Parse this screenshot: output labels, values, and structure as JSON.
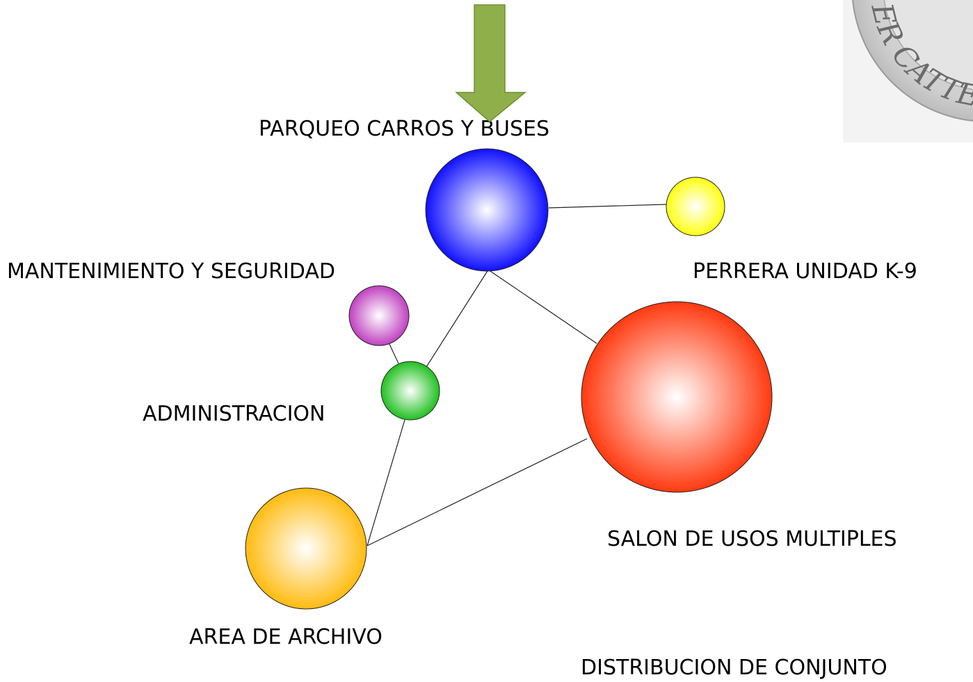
{
  "diagram": {
    "title": "DISTRIBUCION DE CONJUNTO",
    "entrance_arrow": {
      "icon": "down-arrow-icon",
      "color": "#8faf4b",
      "stroke": "#6f8f35"
    },
    "nodes": [
      {
        "id": "parqueo",
        "label": "PARQUEO CARROS Y BUSES",
        "color": "#1010ff"
      },
      {
        "id": "perrera",
        "label": "PERRERA UNIDAD K-9",
        "color": "#ffff10"
      },
      {
        "id": "mantenimiento",
        "label": "MANTENIMIENTO Y SEGURIDAD",
        "color": "#c040c0"
      },
      {
        "id": "administracion",
        "label": "ADMINISTRACION",
        "color": "#20c020"
      },
      {
        "id": "salon",
        "label": "SALON DE USOS MULTIPLES",
        "color": "#ff3a10"
      },
      {
        "id": "archivo",
        "label": "AREA DE ARCHIVO",
        "color": "#ffbb10"
      }
    ],
    "edges": [
      {
        "from": "parqueo",
        "to": "perrera"
      },
      {
        "from": "parqueo",
        "to": "administracion"
      },
      {
        "from": "parqueo",
        "to": "salon"
      },
      {
        "from": "mantenimiento",
        "to": "administracion"
      },
      {
        "from": "administracion",
        "to": "archivo"
      },
      {
        "from": "archivo",
        "to": "salon"
      }
    ],
    "seal": {
      "icon": "university-seal-icon",
      "visible_text": "ER CATTER"
    }
  }
}
